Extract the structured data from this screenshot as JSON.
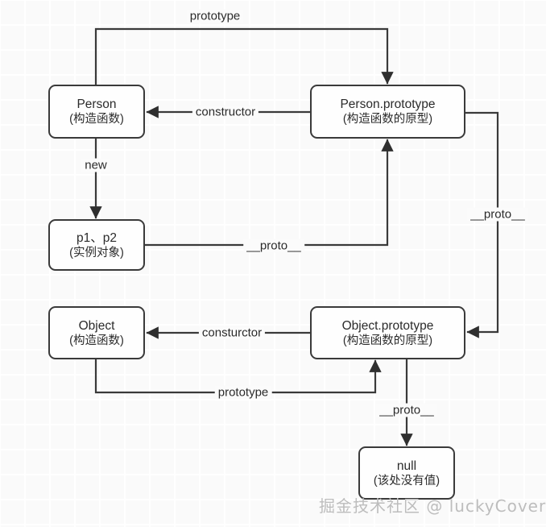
{
  "diagram": {
    "title": "JavaScript prototype chain diagram",
    "stroke_color": "#3a3a3a",
    "node_fill": "#fefefe",
    "background": "#fafafa",
    "grid_color": "#ffffff",
    "nodes": [
      {
        "id": "person",
        "title": "Person",
        "subtitle": "(构造函数)"
      },
      {
        "id": "person-prototype",
        "title": "Person.prototype",
        "subtitle": "(构造函数的原型)"
      },
      {
        "id": "instances",
        "title": "p1、p2",
        "subtitle": "(实例对象)"
      },
      {
        "id": "object",
        "title": "Object",
        "subtitle": "(构造函数)"
      },
      {
        "id": "object-prototype",
        "title": "Object.prototype",
        "subtitle": "(构造函数的原型)"
      },
      {
        "id": "null",
        "title": "null",
        "subtitle": "(该处没有值)"
      }
    ],
    "edges": [
      {
        "id": "person-to-person-prototype",
        "label": "prototype"
      },
      {
        "id": "person-prototype-to-person",
        "label": "constructor"
      },
      {
        "id": "person-to-instances",
        "label": "new"
      },
      {
        "id": "instances-to-person-prototype",
        "label": "__proto__"
      },
      {
        "id": "person-prototype-to-object-prototype",
        "label": "__proto__"
      },
      {
        "id": "object-prototype-to-object",
        "label": "consturctor"
      },
      {
        "id": "object-to-object-prototype",
        "label": "prototype"
      },
      {
        "id": "object-prototype-to-null",
        "label": "__proto__"
      }
    ],
    "watermark": "掘金技术社区 @ luckyCover"
  }
}
